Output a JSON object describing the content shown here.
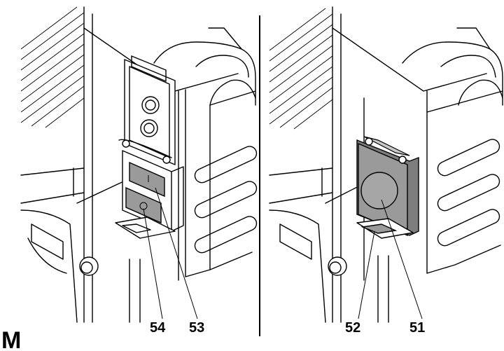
{
  "figure_letter": "M",
  "callouts": {
    "c51": "51",
    "c52": "52",
    "c53": "53",
    "c54": "54"
  },
  "colors": {
    "ink": "#000000",
    "switch_grey": "#9a9a9a",
    "dark_grey": "#7d7d7d"
  }
}
